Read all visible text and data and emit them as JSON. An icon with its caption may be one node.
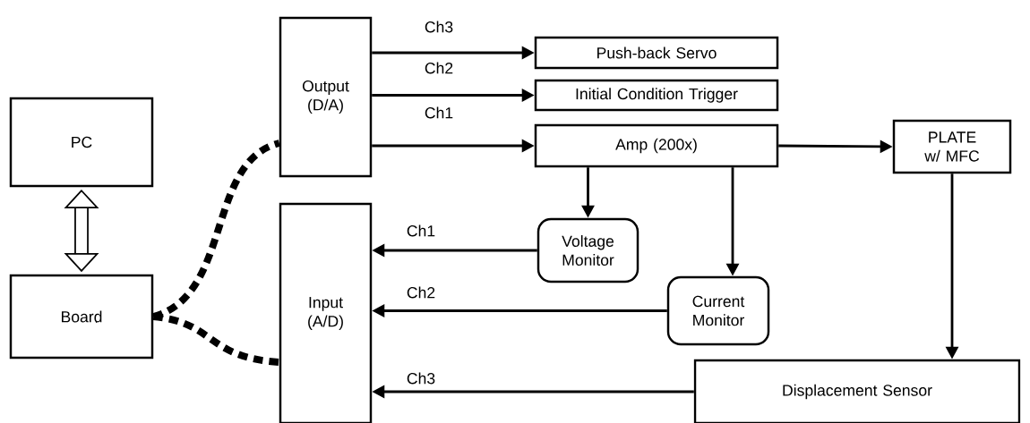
{
  "diagram": {
    "nodes": [
      {
        "text": [
          "PC"
        ]
      },
      {
        "text": [
          "Board"
        ]
      },
      {
        "text": [
          "Output (D/A)"
        ]
      },
      {
        "text": [
          "Input (A/D)"
        ]
      },
      {
        "text": [
          "Push-back Servo"
        ]
      },
      {
        "text": [
          "Initial Condition Trigger"
        ]
      },
      {
        "text": [
          "Amp (200x)"
        ]
      },
      {
        "text": [
          "PLATE w/ MFC"
        ]
      },
      {
        "text": [
          "Voltage Monitor"
        ]
      },
      {
        "text": [
          "Current Monitor"
        ]
      },
      {
        "text": [
          "Displacement Sensor"
        ]
      }
    ],
    "edges": [
      {
        "from": 0,
        "to": 1,
        "arrow": "both",
        "style": "thick"
      },
      {
        "from": 1,
        "to": 2,
        "arrow": "none",
        "style": "dashed"
      },
      {
        "from": 1,
        "to": 3,
        "arrow": "none",
        "style": "dashed"
      },
      {
        "from": 2,
        "to": 4,
        "arrow": "to",
        "label": "Ch3"
      },
      {
        "from": 2,
        "to": 5,
        "arrow": "to",
        "label": "Ch2"
      },
      {
        "from": 2,
        "to": 6,
        "arrow": "to",
        "label": "Ch1"
      },
      {
        "from": 6,
        "to": 7,
        "arrow": "to"
      },
      {
        "from": 6,
        "to": 8,
        "arrow": "to"
      },
      {
        "from": 6,
        "to": 9,
        "arrow": "to"
      },
      {
        "from": 7,
        "to": 10,
        "arrow": "to"
      },
      {
        "from": 8,
        "to": 3,
        "arrow": "to",
        "label": "Ch1"
      },
      {
        "from": 9,
        "to": 3,
        "arrow": "to",
        "label": "Ch2"
      },
      {
        "from": 10,
        "to": 3,
        "arrow": "to",
        "label": "Ch3"
      }
    ]
  }
}
